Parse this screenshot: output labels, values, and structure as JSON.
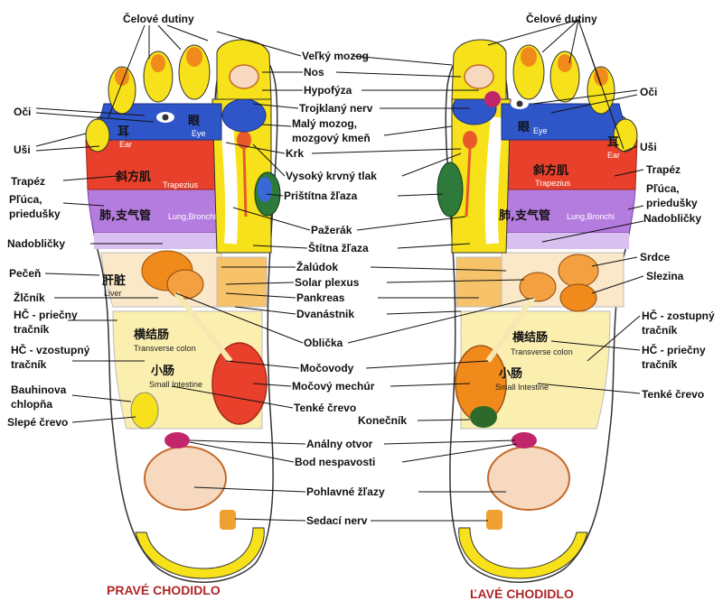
{
  "titles": {
    "right_sole": "PRAVÉ CHODIDLO",
    "left_sole": "ĽAVÉ CHODIDLO"
  },
  "zone_labels": {
    "ear_cn": "耳",
    "ear_en": "Ear",
    "eye_cn": "眼",
    "eye_en": "Eye",
    "trapezius_cn": "斜方肌",
    "trapezius_en": "Trapezius",
    "lung_cn": "肺,支气管",
    "lung_en": "Lung,Bronchi",
    "liver_cn": "肝脏",
    "liver_en": "Liver",
    "transverse_cn": "横结肠",
    "transverse_en": "Transverse colon",
    "small_int_cn": "小肠",
    "small_int_en": "Small Intestine"
  },
  "labels": {
    "celove_dutiny_l": "Čelové dutiny",
    "celove_dutiny_r": "Čelové dutiny",
    "oci_l": "Oči",
    "oci_r": "Oči",
    "usi_l": "Uši",
    "usi_r": "Uši",
    "trapez_l": "Trapéz",
    "trapez_r": "Trapéz",
    "pluca_l_1": "Pľúca,",
    "pluca_l_2": "priedušky",
    "pluca_r_1": "Pľúca,",
    "pluca_r_2": "priedušky",
    "nadoblicky_l": "Nadobličky",
    "nadoblicky_r": "Nadobličky",
    "pecen": "Pečeň",
    "zlcnik": "Žlčník",
    "hc_priecny_l_1": "HČ - priečny",
    "hc_priecny_l_2": "tračník",
    "hc_vzostupny_1": "HČ - vzostupný",
    "hc_vzostupny_2": "tračník",
    "bauhin_1": "Bauhinova",
    "bauhin_2": "chlopňa",
    "slepe_crevo": "Slepé črevo",
    "srdce": "Srdce",
    "slezina": "Slezina",
    "hc_zostupny_1": "HČ - zostupný",
    "hc_zostupny_2": "tračník",
    "hc_priecny_r_1": "HČ - priečny",
    "hc_priecny_r_2": "tračník",
    "tenke_crevo_r": "Tenké črevo",
    "velky_mozog": "Veľký mozog",
    "nos": "Nos",
    "hypofyza": "Hypofýza",
    "trojklany_nerv": "Trojklaný nerv",
    "maly_mozog_1": "Malý mozog,",
    "maly_mozog_2": "mozgový kmeň",
    "krk": "Krk",
    "vysoky_tlak": "Vysoký krvný tlak",
    "pristitna": "Prištítna žľaza",
    "pazerak": "Pažerák",
    "stitna": "Štítna žľaza",
    "zaludok": "Žalúdok",
    "solar": "Solar plexus",
    "pankreas": "Pankreas",
    "dvanastnik": "Dvanástnik",
    "oblicka": "Oblička",
    "mocovody": "Močovody",
    "mocovy_mechur": "Močový mechúr",
    "tenke_crevo_c": "Tenké črevo",
    "konecnik": "Konečník",
    "analny_otvor": "Análny otvor",
    "bod_nespavosti": "Bod nespavosti",
    "pohlavne": "Pohlavné žľazy",
    "sedaci_nerv": "Sedací nerv"
  },
  "colors": {
    "yellow": "#f6e11a",
    "orange": "#f08a1a",
    "red": "#e8402a",
    "blue": "#2f56c8",
    "purple": "#b57ce0",
    "title_red": "#b0262a"
  }
}
